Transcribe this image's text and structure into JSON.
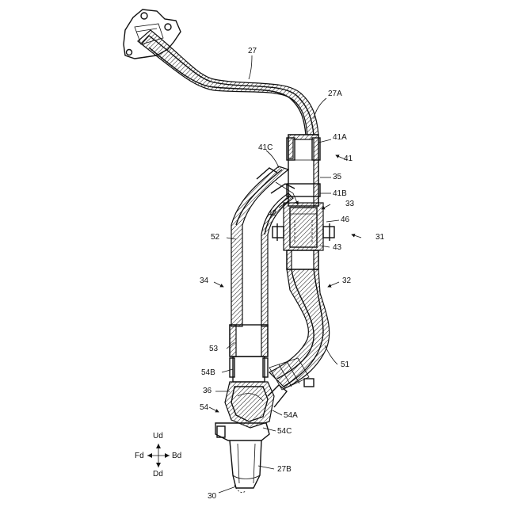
{
  "labels": {
    "l27": "27",
    "l27A": "27A",
    "l41A": "41A",
    "l41": "41",
    "l41C": "41C",
    "l35": "35",
    "l41B": "41B",
    "l33": "33",
    "l42": "42",
    "l46": "46",
    "l31": "31",
    "l52": "52",
    "l43": "43",
    "l34": "34",
    "l32": "32",
    "l53": "53",
    "l51": "51",
    "l54B": "54B",
    "l36": "36",
    "l54": "54",
    "l54A": "54A",
    "l54C": "54C",
    "l27B": "27B",
    "l30": "30"
  },
  "compass": {
    "up": "Ud",
    "down": "Dd",
    "front": "Fd",
    "back": "Bd"
  }
}
